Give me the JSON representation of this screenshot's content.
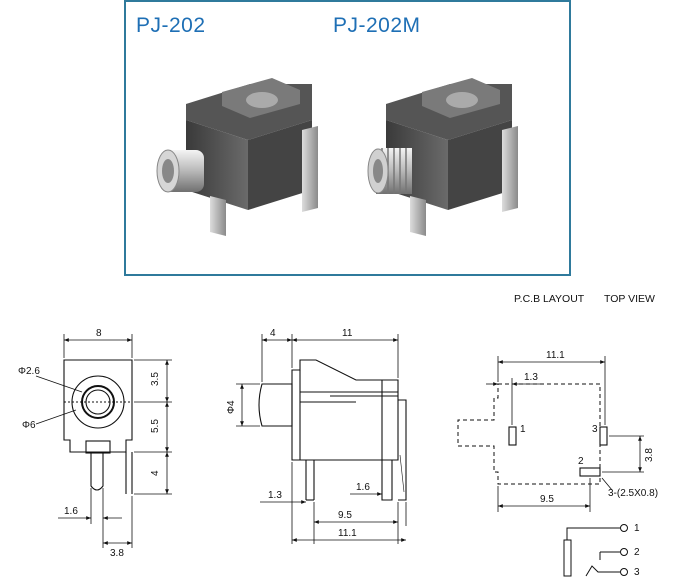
{
  "photos": {
    "title_left": "PJ-202",
    "title_right": "PJ-202M"
  },
  "pcb_layout_label": "P.C.B LAYOUT",
  "top_view_label": "TOP VIEW",
  "front_view": {
    "width": "8",
    "d1": "Φ2.6",
    "d2": "Φ6",
    "h1": "3.5",
    "h2": "5.5",
    "h3": "4",
    "pin_offset": "1.6",
    "pin_span": "3.8"
  },
  "side_view": {
    "nose_len": "4",
    "body_len": "11",
    "nose_dia": "Φ4",
    "pin1": "1.3",
    "pin2": "1.6",
    "pin3": "9.5",
    "total": "11.1"
  },
  "pcb_layout": {
    "total": "11.1",
    "offset": "1.3",
    "pad_spacing": "3.8",
    "pad_dist": "9.5",
    "pad_spec": "3-(2.5X0.8)",
    "pad1": "1",
    "pad2": "2",
    "pad3": "3"
  },
  "schematic": {
    "pin1": "1",
    "pin2": "2",
    "pin3": "3"
  }
}
